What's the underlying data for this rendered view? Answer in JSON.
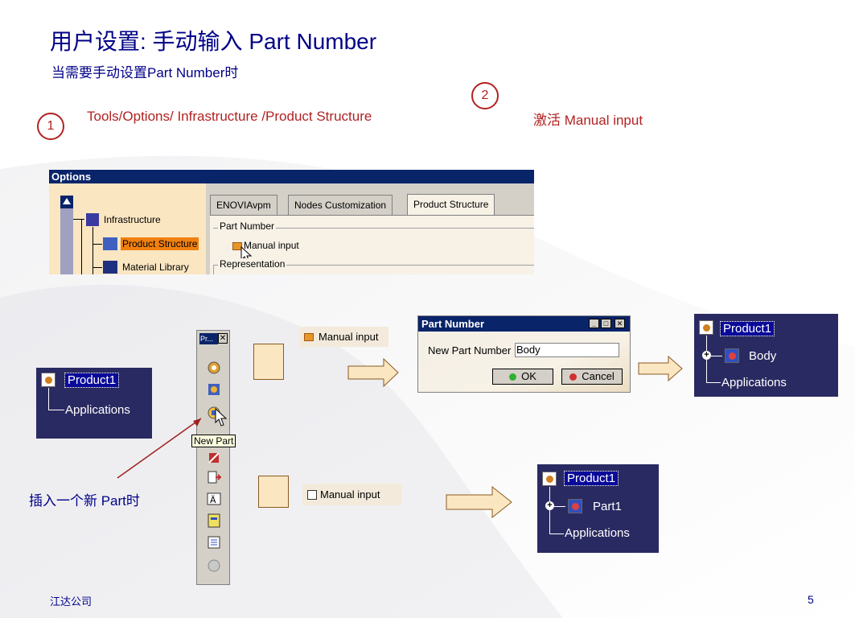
{
  "slide": {
    "title": "用户设置: 手动输入 Part Number",
    "subtitle": "当需要手动设置Part Number时",
    "footer_company": "江达公司",
    "page_number": "5"
  },
  "steps": [
    {
      "number": "1",
      "text": "Tools/Options/ Infrastructure /Product Structure"
    },
    {
      "number": "2",
      "text": "激活 Manual input"
    }
  ],
  "options_window": {
    "title": "Options",
    "tree": [
      "Infrastructure",
      "Product Structure",
      "Material Library"
    ],
    "tabs": [
      "ENOVIAvpm",
      "Nodes Customization",
      "Product Structure"
    ],
    "group_part_number": "Part Number",
    "manual_input_label": "Manual input",
    "group_representation": "Representation"
  },
  "left_tree": {
    "root": "Product1",
    "child": "Applications"
  },
  "toolbar": {
    "title": "Pr...",
    "close": "✕",
    "tooltip": "New Part"
  },
  "annotation_insert": "插入一个新 Part时",
  "manual_input_checked": "Manual input",
  "manual_input_unchecked": "Manual input",
  "part_number_dialog": {
    "title": "Part Number",
    "field_label": "New Part Number",
    "field_value": "Body",
    "ok_label": "OK",
    "cancel_label": "Cancel"
  },
  "result_tree_manual": {
    "root": "Product1",
    "part": "Body",
    "child": "Applications"
  },
  "result_tree_auto": {
    "root": "Product1",
    "part": "Part1",
    "child": "Applications"
  },
  "colors": {
    "title": "#000088",
    "step_red": "#b22222",
    "navy_panel": "#2a2a62",
    "peach": "#fbe6c2",
    "arrow_fill": "#fbe6c2"
  }
}
